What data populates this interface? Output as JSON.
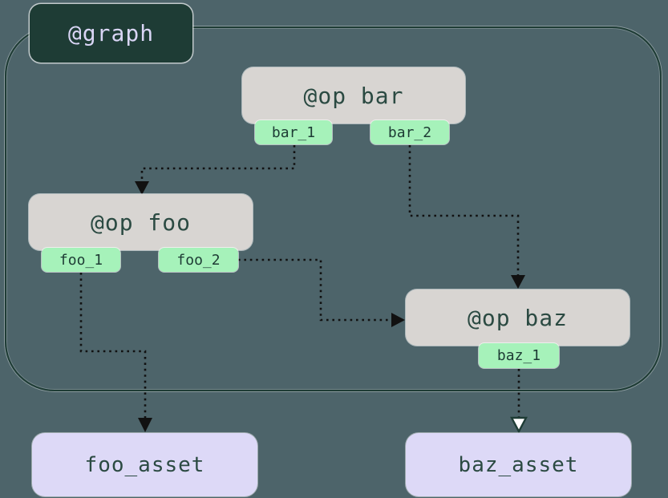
{
  "diagram": {
    "graph_label": "@graph",
    "ops": [
      {
        "label": "@op bar",
        "outputs": [
          "bar_1",
          "bar_2"
        ]
      },
      {
        "label": "@op foo",
        "outputs": [
          "foo_1",
          "foo_2"
        ]
      },
      {
        "label": "@op baz",
        "outputs": [
          "baz_1"
        ]
      }
    ],
    "assets": [
      {
        "label": "foo_asset"
      },
      {
        "label": "baz_asset"
      }
    ],
    "edges": [
      {
        "from": "bar_1",
        "to": "@op foo",
        "style": "dotted",
        "arrowhead": "filled"
      },
      {
        "from": "bar_2",
        "to": "@op baz",
        "style": "dotted",
        "arrowhead": "filled"
      },
      {
        "from": "foo_2",
        "to": "@op baz",
        "style": "dotted",
        "arrowhead": "filled"
      },
      {
        "from": "foo_1",
        "to": "foo_asset",
        "style": "dotted",
        "arrowhead": "filled"
      },
      {
        "from": "baz_1",
        "to": "baz_asset",
        "style": "dotted",
        "arrowhead": "open"
      }
    ],
    "colors": {
      "background": "#4d646a",
      "graph_border": "#1e3c35",
      "graph_label_bg": "#1e3c35",
      "graph_label_text": "#d9d5f5",
      "op_bg": "#d8d5d2",
      "op_text": "#2b4a42",
      "output_bg": "#a6f2ba",
      "output_text": "#1d3b34",
      "asset_bg": "#ddd9f7",
      "asset_text": "#2b4a42",
      "edge": "#111111"
    }
  }
}
